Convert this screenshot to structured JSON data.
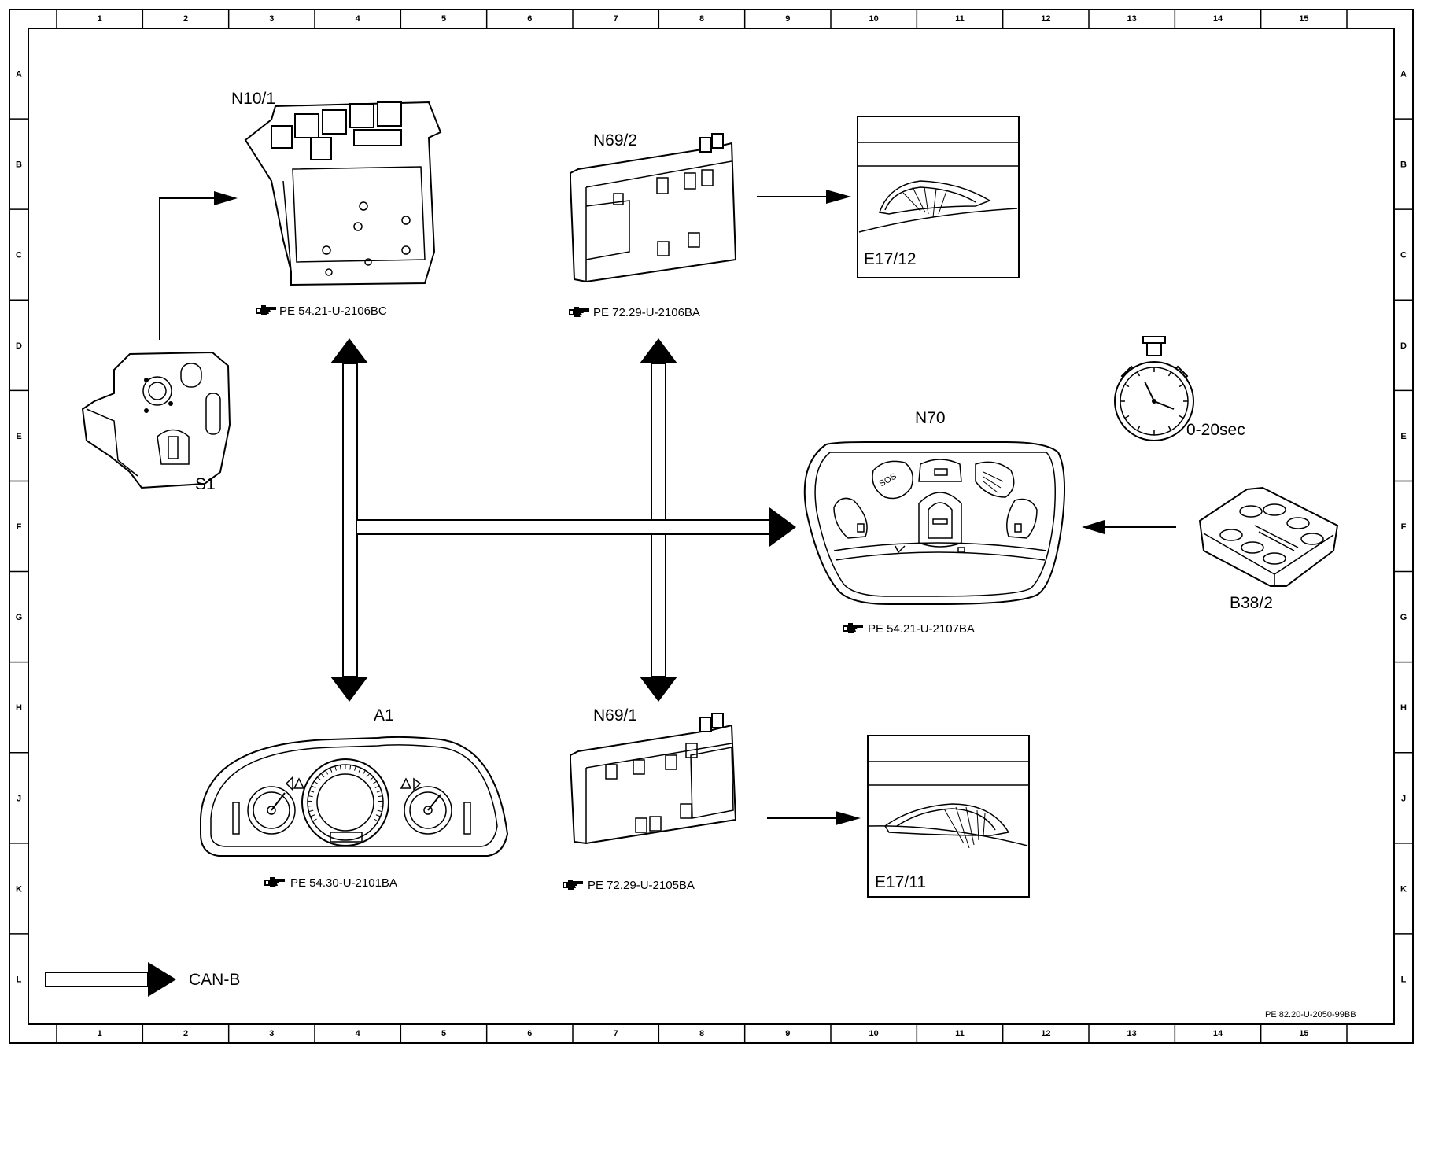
{
  "grid": {
    "columns": [
      "1",
      "2",
      "3",
      "4",
      "5",
      "6",
      "7",
      "8",
      "9",
      "10",
      "11",
      "12",
      "13",
      "14",
      "15"
    ],
    "rows": [
      "A",
      "B",
      "C",
      "D",
      "E",
      "F",
      "G",
      "H",
      "J",
      "K",
      "L"
    ]
  },
  "components": {
    "n10_1": {
      "label": "N10/1",
      "ref": "PE 54.21-U-2106BC"
    },
    "n69_2": {
      "label": "N69/2",
      "ref": "PE 72.29-U-2106BA"
    },
    "e17_12": {
      "label": "E17/12"
    },
    "s1": {
      "label": "S1"
    },
    "timer": {
      "label": "0-20sec"
    },
    "n70": {
      "label": "N70",
      "ref": "PE 54.21-U-2107BA",
      "sos": "SOS"
    },
    "b38_2": {
      "label": "B38/2"
    },
    "a1": {
      "label": "A1",
      "ref": "PE 54.30-U-2101BA"
    },
    "n69_1": {
      "label": "N69/1",
      "ref": "PE 72.29-U-2105BA"
    },
    "e17_11": {
      "label": "E17/11"
    }
  },
  "legend": {
    "can_b": "CAN-B"
  },
  "footer": {
    "doc_ref": "PE 82.20-U-2050-99BB"
  },
  "icons": [
    "pointing-hand-icon",
    "stopwatch-icon",
    "cluster-icon",
    "control-unit-icon",
    "dome-light-icon"
  ]
}
